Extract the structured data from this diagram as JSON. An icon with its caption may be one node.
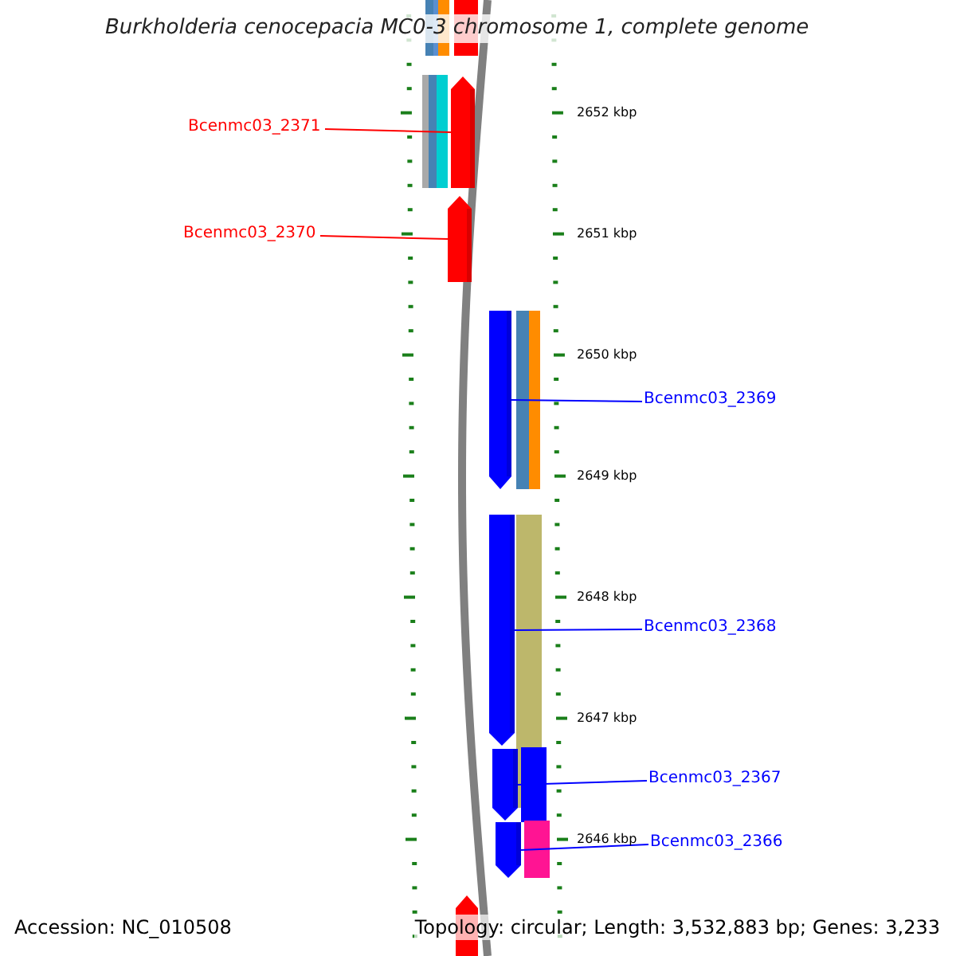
{
  "diagram": {
    "title": "Burkholderia cenocepacia MC0-3 chromosome 1, complete genome",
    "nodes": [
      {
        "text": [
          "Bcenmc03_2371"
        ]
      },
      {
        "text": [
          "Bcenmc03_2370"
        ]
      },
      {
        "text": [
          "Bcenmc03_2369"
        ]
      },
      {
        "text": [
          "Bcenmc03_2368"
        ]
      },
      {
        "text": [
          "Bcenmc03_2367"
        ]
      },
      {
        "text": [
          "Bcenmc03_2366"
        ]
      },
      {
        "text": [],
        "shape": "bar"
      },
      {
        "text": [],
        "shape": "bar"
      },
      {
        "text": [],
        "shape": "bar"
      },
      {
        "text": [],
        "shape": "bar"
      },
      {
        "text": [],
        "shape": "bar"
      },
      {
        "text": [],
        "shape": "bar"
      }
    ],
    "edges": [
      {
        "from": 0,
        "to": 6,
        "arrow": "none",
        "color": "#ff0000"
      },
      {
        "from": 1,
        "to": 7,
        "arrow": "none",
        "color": "#ff0000"
      },
      {
        "from": 2,
        "to": 8,
        "arrow": "none"
      },
      {
        "from": 3,
        "to": 9,
        "arrow": "none"
      },
      {
        "from": 4,
        "to": 10,
        "arrow": "none"
      },
      {
        "from": 5,
        "to": 11,
        "arrow": "none"
      }
    ],
    "labels": [
      "2652 kbp",
      "2651 kbp",
      "2650 kbp",
      "2649 kbp",
      "2648 kbp",
      "2647 kbp",
      "2646 kbp",
      "Accession: NC_010508",
      "Topology: circular; Length: 3,532,883 bp; Genes: 3,233"
    ]
  }
}
